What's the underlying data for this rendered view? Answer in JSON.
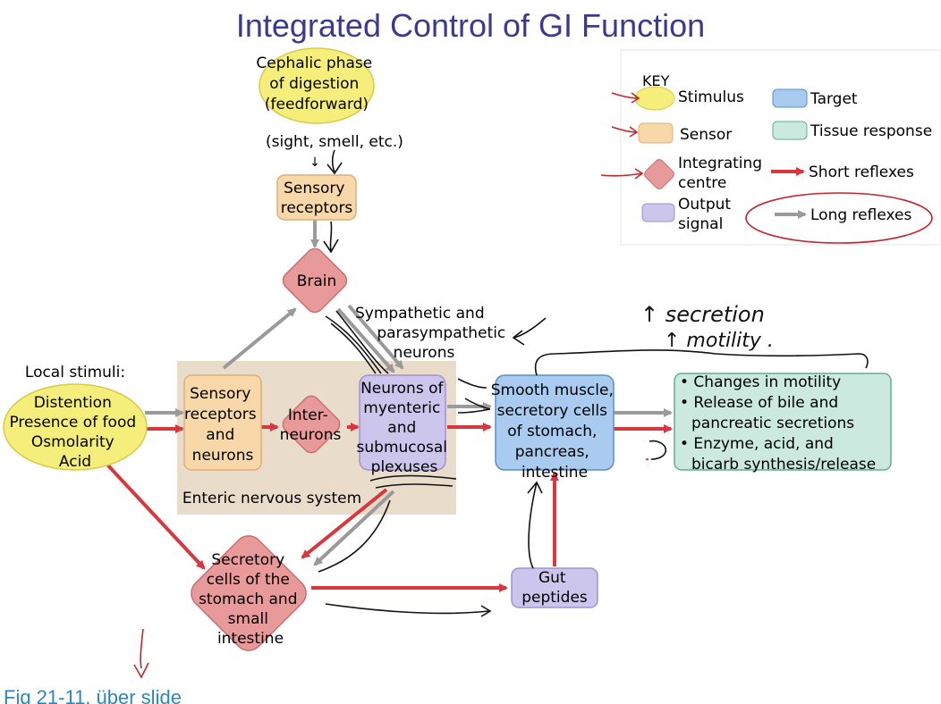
{
  "title": "Integrated Control of GI Function",
  "footer": "Fig 21-11, über slide",
  "colors": {
    "stimulus": "#f6ee7a",
    "sensor": "#f8d8a8",
    "integrating": "#e89a9a",
    "output": "#cdc6ec",
    "target": "#a9cbef",
    "tissue": "#cbe9df",
    "short_arrow": "#d9363e",
    "long_arrow": "#9a9a9a",
    "ink": "#c0262d",
    "enteric_bg": "#eadccb"
  },
  "key": {
    "heading": "KEY",
    "stimulus": "Stimulus",
    "sensor": "Sensor",
    "integrating": [
      "Integrating",
      "centre"
    ],
    "output": [
      "Output",
      "signal"
    ],
    "target": "Target",
    "tissue": "Tissue response",
    "short": "Short reflexes",
    "long": "Long reflexes"
  },
  "nodes": {
    "cephalic": [
      "Cephalic phase",
      "of digestion",
      "(feedforward)"
    ],
    "cephalic_note": "(sight, smell, etc.)",
    "sensory_top": [
      "Sensory",
      "receptors"
    ],
    "brain": "Brain",
    "autonomic": [
      "Sympathetic and",
      "parasympathetic",
      "neurons"
    ],
    "local_label": "Local stimuli:",
    "local": [
      "Distention",
      "Presence of food",
      "Osmolarity",
      "Acid"
    ],
    "sensory_enteric": [
      "Sensory",
      "receptors",
      "and",
      "neurons"
    ],
    "interneurons": [
      "Inter-",
      "neurons"
    ],
    "plexus": [
      "Neurons of",
      "myenteric",
      "and",
      "submucosal",
      "plexuses"
    ],
    "enteric": "Enteric nervous system",
    "target": [
      "Smooth muscle,",
      "secretory cells",
      "of stomach,",
      "pancreas,",
      "intestine"
    ],
    "response": [
      "• Changes in motility",
      "• Release of bile and",
      "pancreatic secretions",
      "• Enzyme, acid, and",
      "bicarb synthesis/release"
    ],
    "secretory": [
      "Secretory",
      "cells of the",
      "stomach and",
      "small",
      "intestine"
    ],
    "gut": [
      "Gut",
      "peptides"
    ]
  },
  "annotations": {
    "secretion": "↑ secretion",
    "motility": "↑ motility ."
  }
}
